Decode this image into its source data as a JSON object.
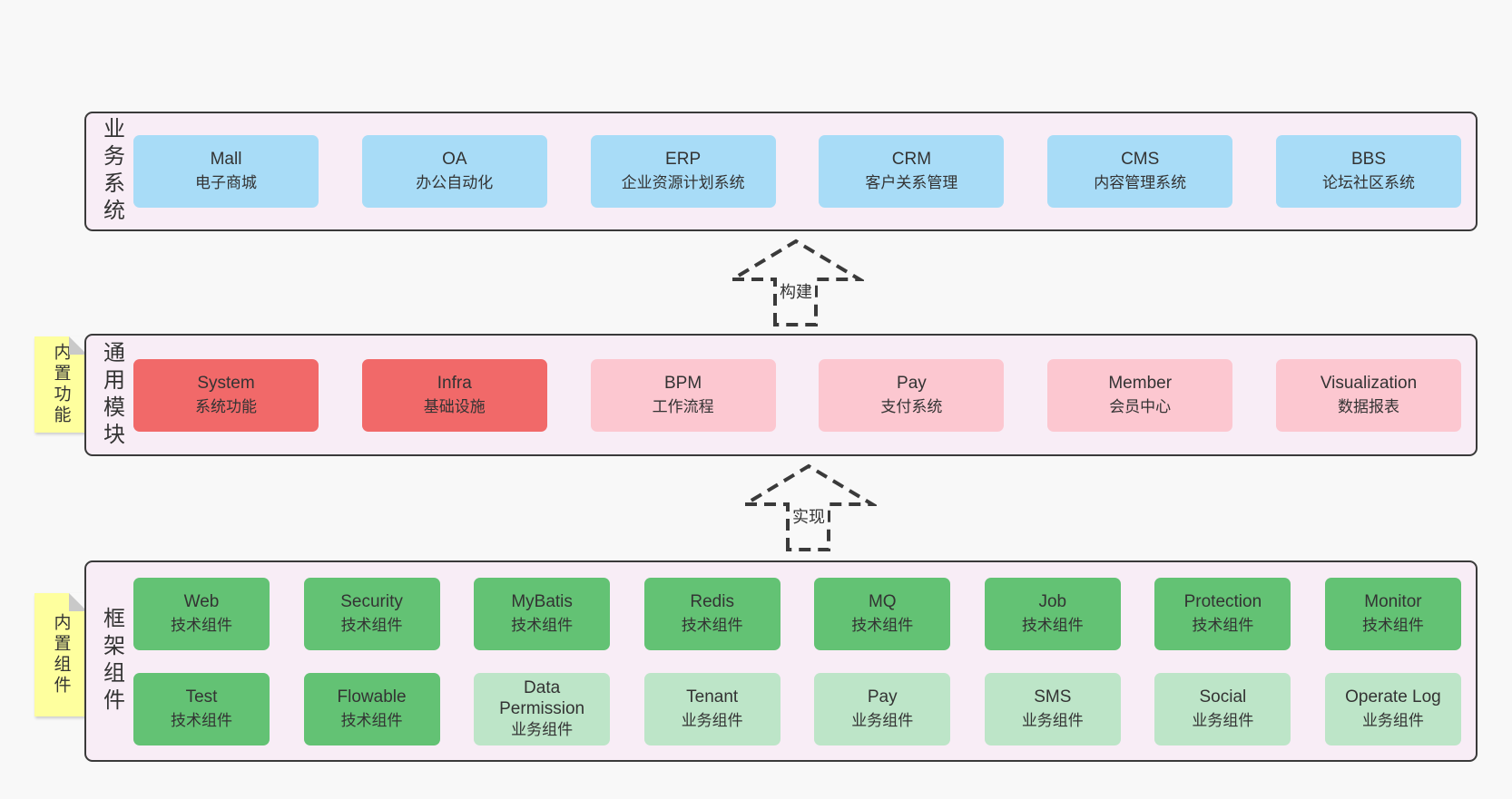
{
  "colors": {
    "page_bg": "#f8f8f8",
    "layer_bg": "#f8edf6",
    "layer_border": "#3a3a3a",
    "business_box": "#a8dcf7",
    "core_module_box": "#f16969",
    "optional_module_box": "#fcc7d0",
    "tech_component_box": "#63c274",
    "biz_component_box": "#bde5c8",
    "sticky_bg": "#feff9e",
    "text": "#333333"
  },
  "layers": [
    {
      "label": "业务系统",
      "rows": [
        [
          {
            "en": "Mall",
            "zh": "电子商城"
          },
          {
            "en": "OA",
            "zh": "办公自动化"
          },
          {
            "en": "ERP",
            "zh": "企业资源计划系统"
          },
          {
            "en": "CRM",
            "zh": "客户关系管理"
          },
          {
            "en": "CMS",
            "zh": "内容管理系统"
          },
          {
            "en": "BBS",
            "zh": "论坛社区系统"
          }
        ]
      ]
    },
    {
      "label": "通用模块",
      "sticky": "内置功能",
      "rows": [
        [
          {
            "en": "System",
            "zh": "系统功能"
          },
          {
            "en": "Infra",
            "zh": "基础设施"
          },
          {
            "en": "BPM",
            "zh": "工作流程"
          },
          {
            "en": "Pay",
            "zh": "支付系统"
          },
          {
            "en": "Member",
            "zh": "会员中心"
          },
          {
            "en": "Visualization",
            "zh": "数据报表"
          }
        ]
      ]
    },
    {
      "label": "框架组件",
      "sticky": "内置组件",
      "rows": [
        [
          {
            "en": "Web",
            "zh": "技术组件"
          },
          {
            "en": "Security",
            "zh": "技术组件"
          },
          {
            "en": "MyBatis",
            "zh": "技术组件"
          },
          {
            "en": "Redis",
            "zh": "技术组件"
          },
          {
            "en": "MQ",
            "zh": "技术组件"
          },
          {
            "en": "Job",
            "zh": "技术组件"
          },
          {
            "en": "Protection",
            "zh": "技术组件"
          },
          {
            "en": "Monitor",
            "zh": "技术组件"
          }
        ],
        [
          {
            "en": "Test",
            "zh": "技术组件"
          },
          {
            "en": "Flowable",
            "zh": "技术组件"
          },
          {
            "en": "Data Permission",
            "zh": "业务组件"
          },
          {
            "en": "Tenant",
            "zh": "业务组件"
          },
          {
            "en": "Pay",
            "zh": "业务组件"
          },
          {
            "en": "SMS",
            "zh": "业务组件"
          },
          {
            "en": "Social",
            "zh": "业务组件"
          },
          {
            "en": "Operate Log",
            "zh": "业务组件"
          }
        ]
      ]
    }
  ],
  "arrows": [
    {
      "label": "构建"
    },
    {
      "label": "实现"
    }
  ]
}
